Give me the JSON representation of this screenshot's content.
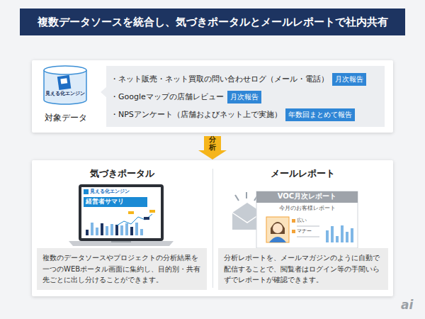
{
  "diagram": {
    "title": "複数データソースを統合し、気づきポータルとメールレポートで社内共有",
    "nodes": [
      {
        "text": [
          "対象データ"
        ]
      },
      {
        "text": [
          "・ネット販売・ネット買取の問い合わせログ（メール・電話）",
          "・Googleマップの店舗レビュー",
          "・NPSアンケート（店舗およびネット上で実施）"
        ],
        "in": 0
      },
      {
        "text": [
          "月次報告"
        ],
        "in": 1
      },
      {
        "text": [
          "月次報告"
        ],
        "in": 1
      },
      {
        "text": [
          "年数回まとめて報告"
        ],
        "in": 1
      },
      {
        "text": []
      },
      {
        "text": [
          "気づきポータル"
        ],
        "in": 5
      },
      {
        "text": [
          "複数のデータソースやプロジェクトの分析結果を一つのWEBポータル画面に集約し、目的別・共有先ごとに出し分けることができます。"
        ],
        "in": 6
      },
      {
        "text": [
          "メールレポート"
        ],
        "in": 5
      },
      {
        "text": [
          "分析レポートを、メールマガジンのように自動で配信することで、閲覧者はログイン等の手間いらずでレポートが確認できます。"
        ],
        "in": 8
      }
    ],
    "edges": [
      {
        "from": 0,
        "to": 5,
        "label": "分析",
        "arrow": "to"
      }
    ],
    "labels": [
      "見える化エンジン",
      "見える化エンジン",
      "経営者サマリ",
      "VOC月次レポート",
      "今月のお客様レポート",
      "広い",
      "マナー",
      "ai"
    ]
  }
}
